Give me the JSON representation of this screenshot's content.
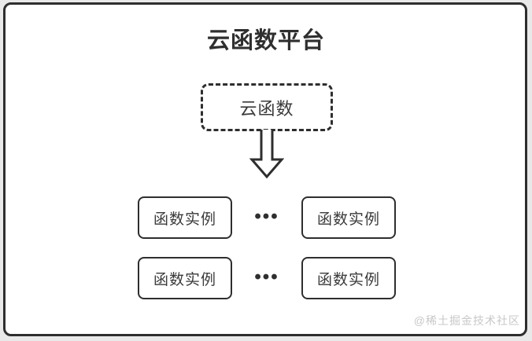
{
  "colors": {
    "page_background": "#e9e9e9",
    "panel_background": "#ffffff",
    "stroke": "#2e2e2e",
    "text": "#3a3a3a",
    "watermark": "#c8c8c8"
  },
  "diagram": {
    "title": "云函数平台",
    "cloud_function": {
      "label": "云函数"
    },
    "rows": [
      {
        "left": "函数实例",
        "dots": "•••",
        "right": "函数实例"
      },
      {
        "left": "函数实例",
        "dots": "•••",
        "right": "函数实例"
      }
    ],
    "watermark": "@稀土掘金技术社区"
  }
}
